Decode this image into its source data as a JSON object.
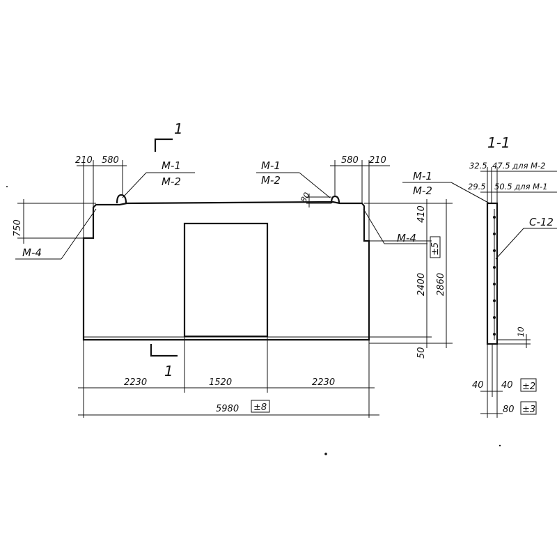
{
  "section_markers": {
    "top_number": "1",
    "bottom_number": "1",
    "section_title": "1-1"
  },
  "labels": {
    "m1": "М-1",
    "m2": "М-2",
    "m4": "М-4",
    "c12": "С-12"
  },
  "dimensions": {
    "top_left_210": "210",
    "top_left_580": "580",
    "top_right_580": "580",
    "top_right_210": "210",
    "left_750": "750",
    "small_80": "80",
    "right_410": "410",
    "right_2400": "2400",
    "right_2860": "2860",
    "right_50": "50",
    "tol_5": "±5",
    "bottom_2230_left": "2230",
    "bottom_1520": "1520",
    "bottom_2230_right": "2230",
    "bottom_5980": "5980",
    "tol_8": "±8"
  },
  "section": {
    "dim_325": "32.5",
    "note_m2": "47.5 для М-2",
    "dim_295": "29.5",
    "note_m1": "50.5 для М-1",
    "dim_10": "10",
    "dim_40_left": "40",
    "dim_40_right": "40",
    "tol_2": "±2",
    "dim_80": "80",
    "tol_3": "±3"
  }
}
